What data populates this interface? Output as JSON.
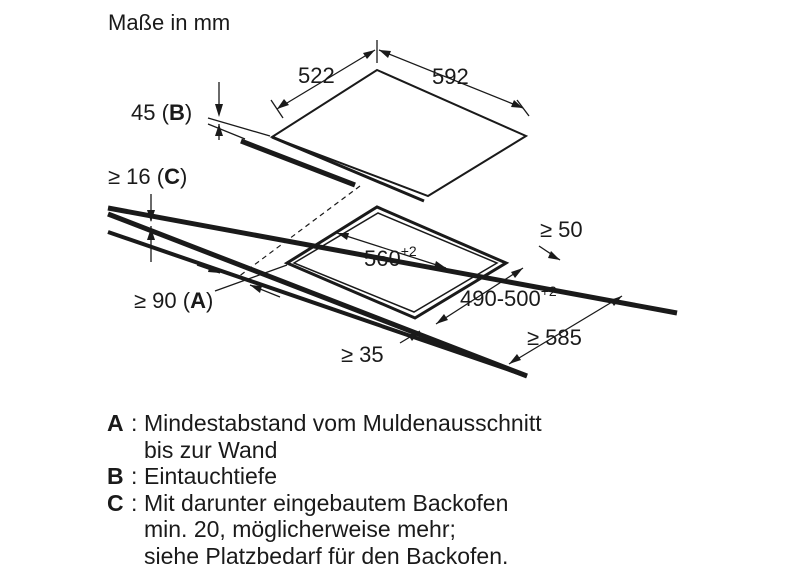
{
  "diagram": {
    "title": "Maße in mm",
    "dims": {
      "cooktop_depth": "522",
      "cooktop_width": "592",
      "immersion": "45",
      "immersion_key": "B",
      "gap_above": "≥ 16",
      "gap_above_key": "C",
      "back_clearance": "≥ 50",
      "cutout_width": "560",
      "cutout_width_tol": "+2",
      "cutout_depth": "490-500",
      "cutout_depth_tol": "+2",
      "wall_distance": "≥ 90",
      "wall_distance_key": "A",
      "worktop_depth": "≥ 585",
      "front_edge": "≥ 35"
    }
  },
  "legend": [
    {
      "key": "A",
      "lines": [
        "Mindestabstand vom Muldenausschnitt",
        "bis zur Wand"
      ]
    },
    {
      "key": "B",
      "lines": [
        "Eintauchtiefe"
      ]
    },
    {
      "key": "C",
      "lines": [
        "Mit darunter eingebautem Backofen",
        "min. 20, möglicherweise mehr;",
        "siehe Platzbedarf für den Backofen."
      ]
    }
  ]
}
